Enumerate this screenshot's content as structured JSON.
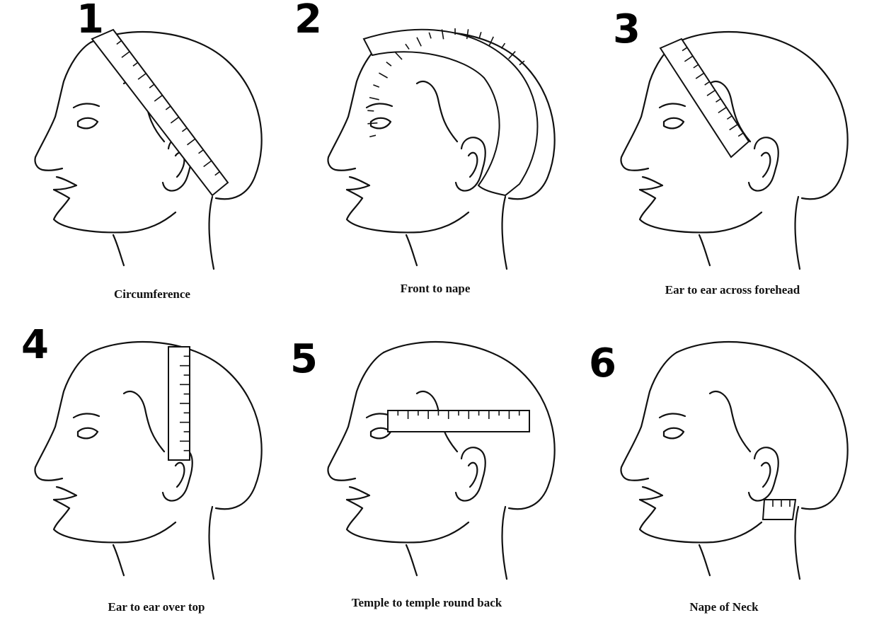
{
  "panels": [
    {
      "number": "1",
      "caption": "Circumference"
    },
    {
      "number": "2",
      "caption": "Front to nape"
    },
    {
      "number": "3",
      "caption": "Ear to ear across forehead"
    },
    {
      "number": "4",
      "caption": "Ear to ear over top"
    },
    {
      "number": "5",
      "caption": "Temple to temple round back"
    },
    {
      "number": "6",
      "caption": "Nape of Neck"
    }
  ]
}
